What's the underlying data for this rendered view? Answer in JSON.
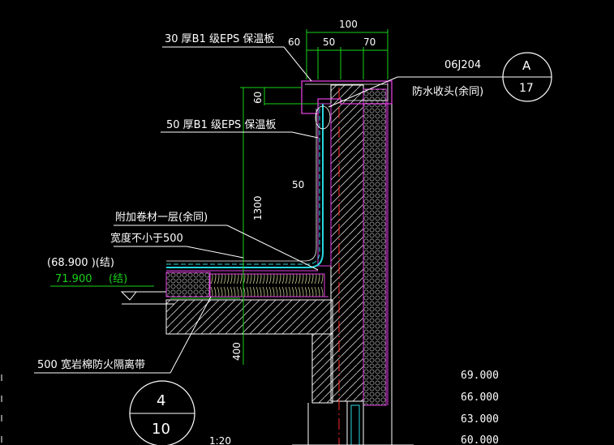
{
  "drawing": {
    "notes": {
      "eps30": "30 厚B1 级EPS 保温板",
      "eps50": "50 厚B1 级EPS 保温板",
      "extra_membrane": "附加卷材一层(余同)",
      "width_min": "宽度不小于500",
      "rockwool": "500  宽岩棉防火隔离带",
      "waterproof_end": "防水收头(余同)"
    },
    "dimensions": {
      "d100": "100",
      "d60_top": "60",
      "d50_top": "50",
      "d70_top": "70",
      "d60_side": "60",
      "d50_mid": "50",
      "d1300": "1300",
      "d400": "400"
    },
    "levels": {
      "struct_level": "(68.900   )(结)",
      "finish_level": "71.900",
      "finish_suffix": "(结)"
    },
    "detail_ref": {
      "atlas": "06J204",
      "letter": "A",
      "page": "17"
    },
    "section_mark": {
      "number": "4",
      "sheet": "10",
      "scale": "1:20"
    },
    "elevation_list": [
      "69.000",
      "66.000",
      "63.000",
      "60.000"
    ],
    "colors": {
      "background": "#000000",
      "annotation": "#ffffff",
      "dimension": "#19d219",
      "insulation": "#e040e0",
      "membrane": "#29d6e0",
      "axis": "#ff2a2a"
    }
  }
}
